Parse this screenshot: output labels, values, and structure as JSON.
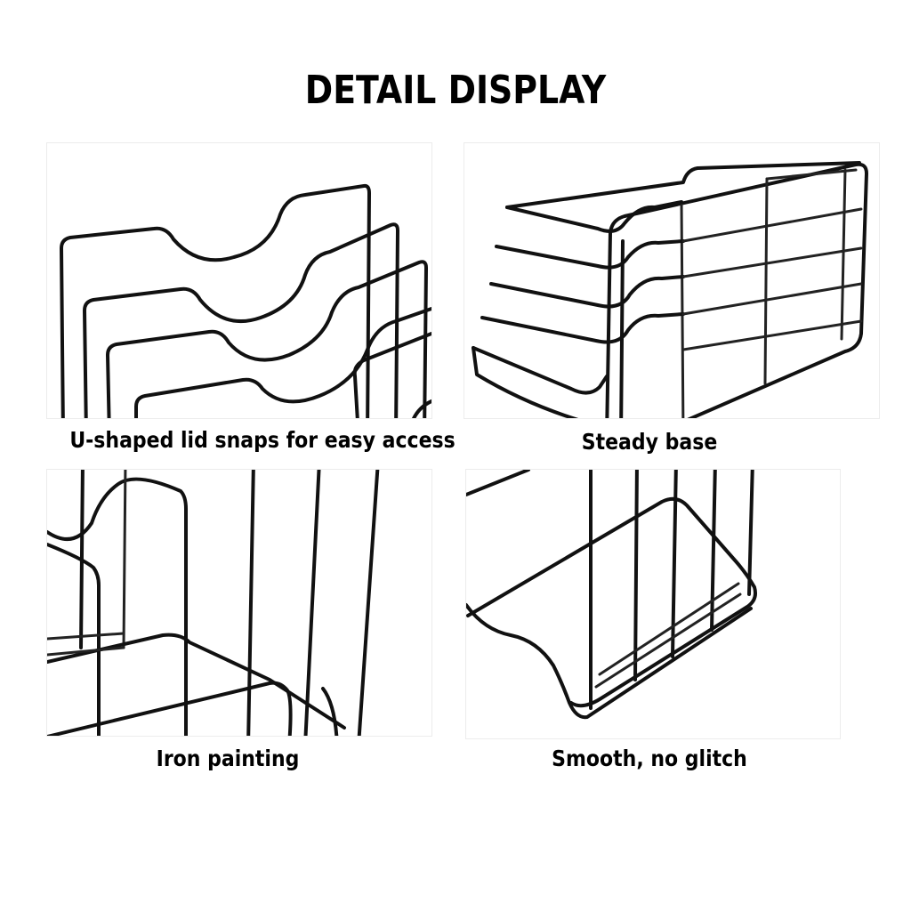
{
  "title": "DETAIL DISPLAY",
  "panels": [
    {
      "caption": "U-shaped lid snaps for easy access",
      "image": "lid-slots-closeup"
    },
    {
      "caption": "Steady base",
      "image": "rack-side-view"
    },
    {
      "caption": "Iron painting",
      "image": "wire-frame-closeup"
    },
    {
      "caption": "Smooth, no glitch",
      "image": "base-wire-closeup"
    }
  ]
}
